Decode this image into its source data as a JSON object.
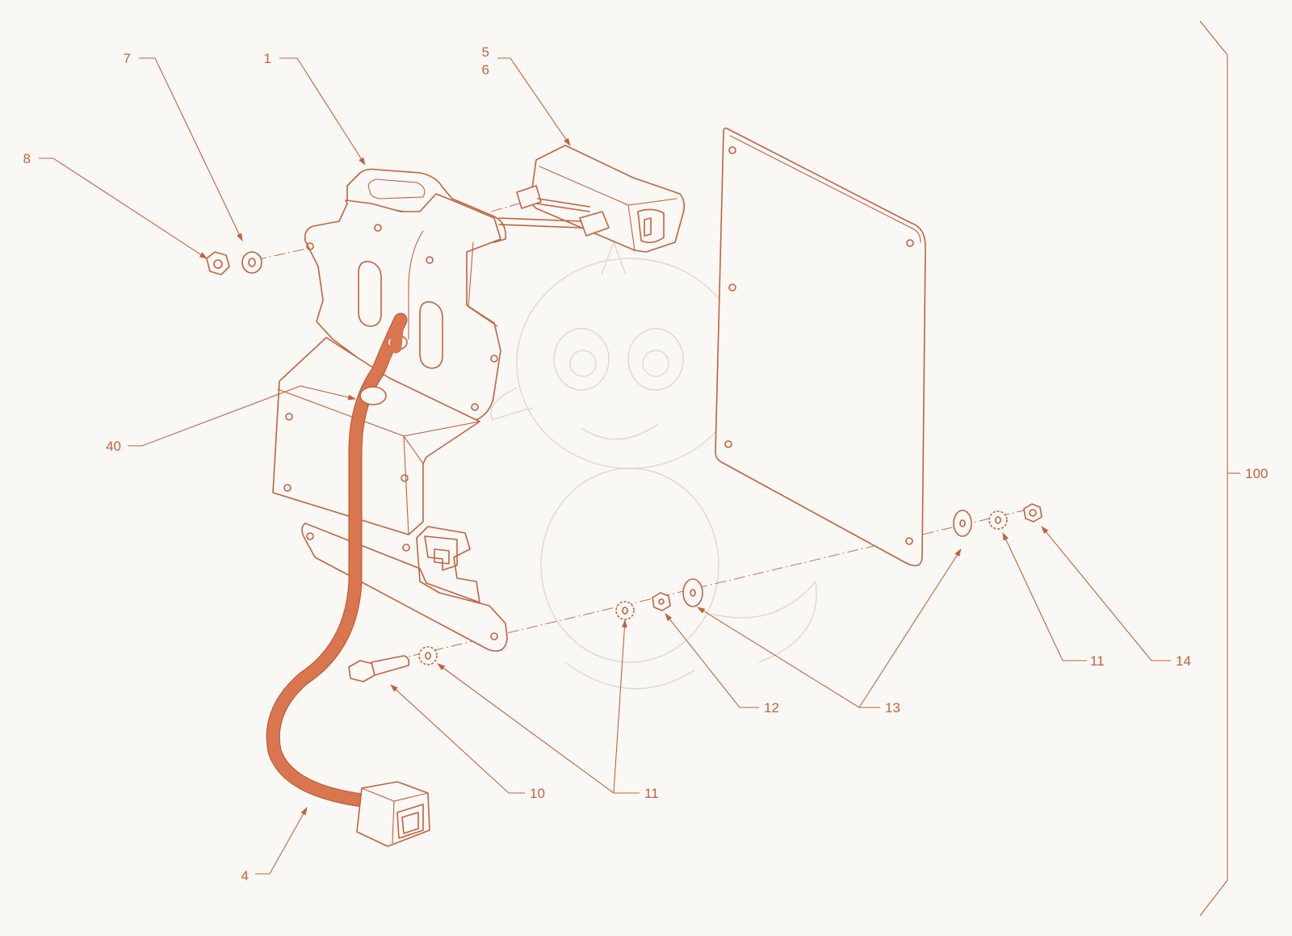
{
  "diagram": {
    "callouts": {
      "c1": "1",
      "c4": "4",
      "c5": "5",
      "c6": "6",
      "c7": "7",
      "c8": "8",
      "c10": "10",
      "c11a": "11",
      "c11b": "11",
      "c12": "12",
      "c13": "13",
      "c14": "14",
      "c40": "40",
      "c100": "100"
    }
  },
  "colors": {
    "line": "#c2613f",
    "cable": "#d9764f",
    "background": "#faf8f5",
    "watermark": "#dcd7d0"
  },
  "icons": [
    "bracket-plate",
    "license-plate",
    "light-housing",
    "cable-harness",
    "connector",
    "hex-nut",
    "flat-washer",
    "lock-washer",
    "hex-bolt",
    "cable-clip",
    "dragon-watermark"
  ]
}
